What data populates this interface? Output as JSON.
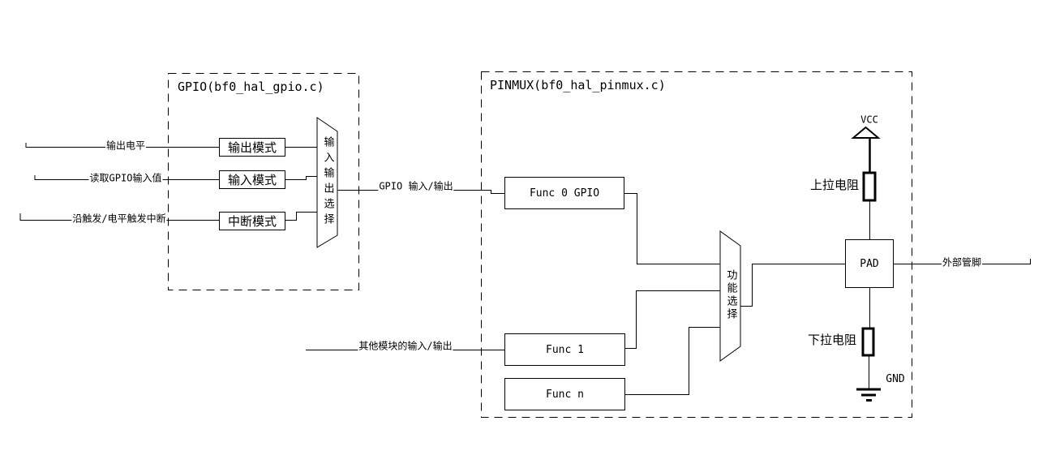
{
  "gpio_group": {
    "title": "GPIO(bf0_hal_gpio.c)",
    "input_labels": [
      "输出电平",
      "读取GPIO输入值",
      "沿触发/电平触发中断"
    ],
    "mode_boxes": [
      "输出模式",
      "输入模式",
      "中断模式"
    ],
    "mux_label": "输入输出选择"
  },
  "pinmux_group": {
    "title": "PINMUX(bf0_hal_pinmux.c)",
    "func_boxes": [
      "Func 0 GPIO",
      "Func 1",
      "Func n"
    ],
    "mux_label": "功能选择",
    "pad_label": "PAD"
  },
  "wire_labels": {
    "gpio_io": "GPIO 输入/输出",
    "other_modules": "其他模块的输入/输出",
    "external_pin": "外部管脚"
  },
  "power": {
    "vcc_label": "VCC",
    "gnd_label": "GND",
    "pullup_label": "上拉电阻",
    "pulldown_label": "下拉电阻"
  },
  "colors": {
    "line": "#000000",
    "background": "#ffffff"
  }
}
